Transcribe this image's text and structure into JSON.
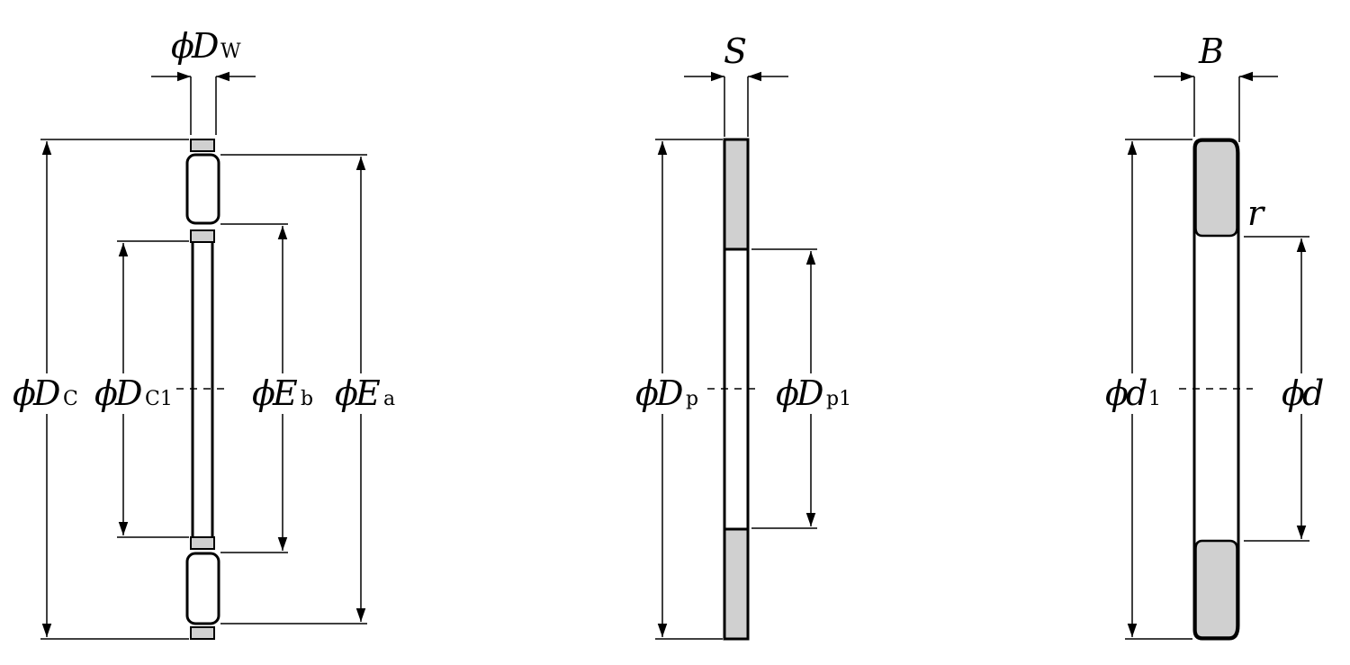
{
  "colors": {
    "stroke": "#000000",
    "fill_section": "#d0d0d0",
    "background": "#ffffff"
  },
  "labels": {
    "phi": "ϕ",
    "Dw": {
      "main": "D",
      "sub": "W"
    },
    "Dc": {
      "main": "D",
      "sub": "C"
    },
    "Dc1": {
      "main": "D",
      "sub": "C1"
    },
    "Eb": {
      "main": "E",
      "sub": "b"
    },
    "Ea": {
      "main": "E",
      "sub": "a"
    },
    "S": {
      "main": "S"
    },
    "Dp": {
      "main": "D",
      "sub": "p"
    },
    "Dp1": {
      "main": "D",
      "sub": "p1"
    },
    "B": {
      "main": "B"
    },
    "r": {
      "main": "r"
    },
    "d1": {
      "main": "d",
      "sub": "1"
    },
    "d": {
      "main": "d"
    }
  }
}
